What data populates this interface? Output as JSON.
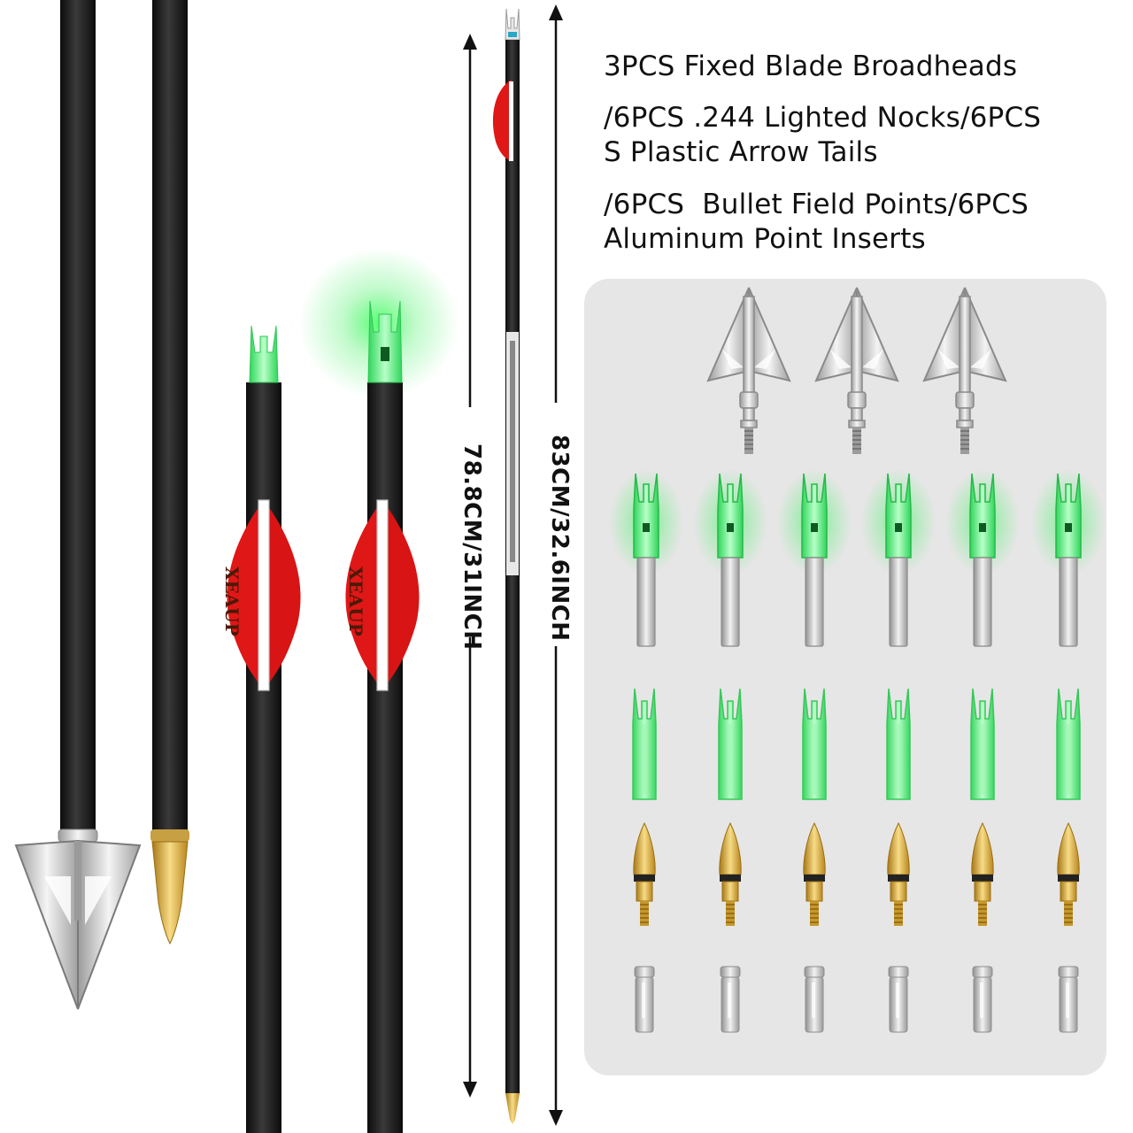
{
  "caption": {
    "line1": "3PCS Fixed Blade Broadheads",
    "line2": "/6PCS .244 Lighted Nocks/6PCS",
    "line3": "S Plastic Arrow Tails",
    "line4": "/6PCS  Bullet Field Points/6PCS",
    "line5": "Aluminum Point Inserts"
  },
  "measurements": {
    "short": "78.8CM/31INCH",
    "long": "83CM/32.6INCH"
  },
  "brand": {
    "vane_text": "XEAUP"
  },
  "colors": {
    "shaft": "#1b1b1b",
    "vane": "#e01818",
    "nock_glow": "#33ee55",
    "nock": "#5ee87e",
    "steel": "#c9c9c9",
    "brass": "#d4a433",
    "panel": "#e6e6e6"
  },
  "kit": {
    "broadheads": 3,
    "lighted_nocks": 6,
    "plastic_tails": 6,
    "field_points": 6,
    "inserts": 6
  }
}
